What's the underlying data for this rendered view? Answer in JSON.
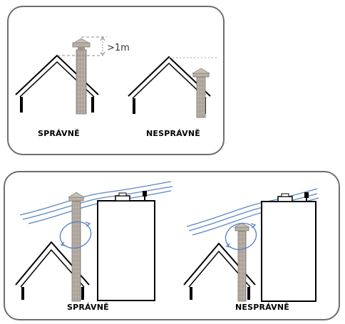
{
  "top": {
    "correct_label": "SPRÁVNĚ",
    "incorrect_label": "NESPRÁVNĚ",
    "height_note": ">1m"
  },
  "bottom": {
    "correct_label": "SPRÁVNĚ",
    "incorrect_label": "NESPRÁVNĚ"
  },
  "colors": {
    "frame": "#6e6e6e",
    "roof": "#000000",
    "chimney": "#a39a8f",
    "wind": "#5b86c5",
    "dashed": "#9a9a9a"
  }
}
